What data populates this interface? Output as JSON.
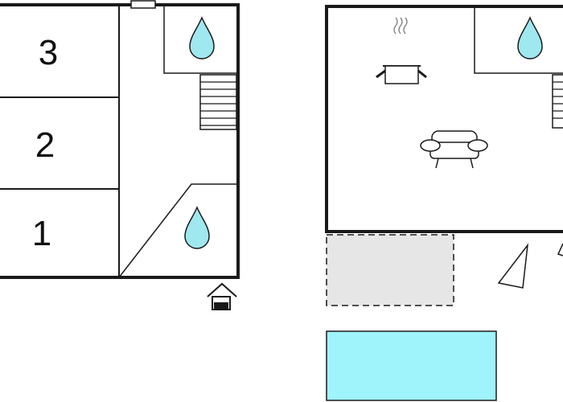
{
  "rooms": [
    {
      "label": "3"
    },
    {
      "label": "2"
    },
    {
      "label": "1"
    }
  ],
  "icons": {
    "bathroom": "water-drop-icon",
    "kitchen": "cooking-pot-icon",
    "living": "sofa-icon",
    "stairs": "stairs-icon",
    "entrance": "house-entrance-icon",
    "terrace": "terrace-area",
    "pool": "swimming-pool",
    "garden": "tree-icon"
  },
  "colors": {
    "wall": "#1a1a1a",
    "water": "#9fe8f0",
    "terrace": "#e6e6e6",
    "pool": "#9ff3fb"
  }
}
